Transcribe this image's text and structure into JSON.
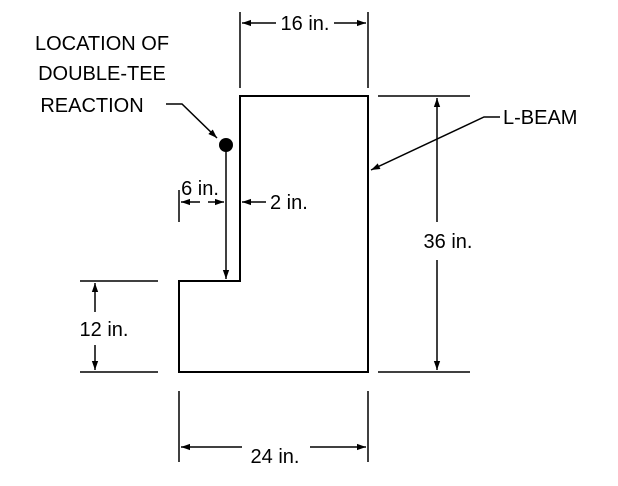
{
  "diagram": {
    "labels": {
      "location_line1": "LOCATION OF",
      "location_line2": "DOUBLE-TEE",
      "location_line3": "REACTION",
      "beam": "L-BEAM"
    },
    "dimensions": {
      "top_width": "16 in.",
      "ledge_width": "6 in.",
      "ledge_offset": "2 in.",
      "total_height": "36 in.",
      "ledge_height": "12 in.",
      "bottom_width": "24 in."
    },
    "colors": {
      "stroke": "#000000",
      "background": "#ffffff"
    }
  }
}
